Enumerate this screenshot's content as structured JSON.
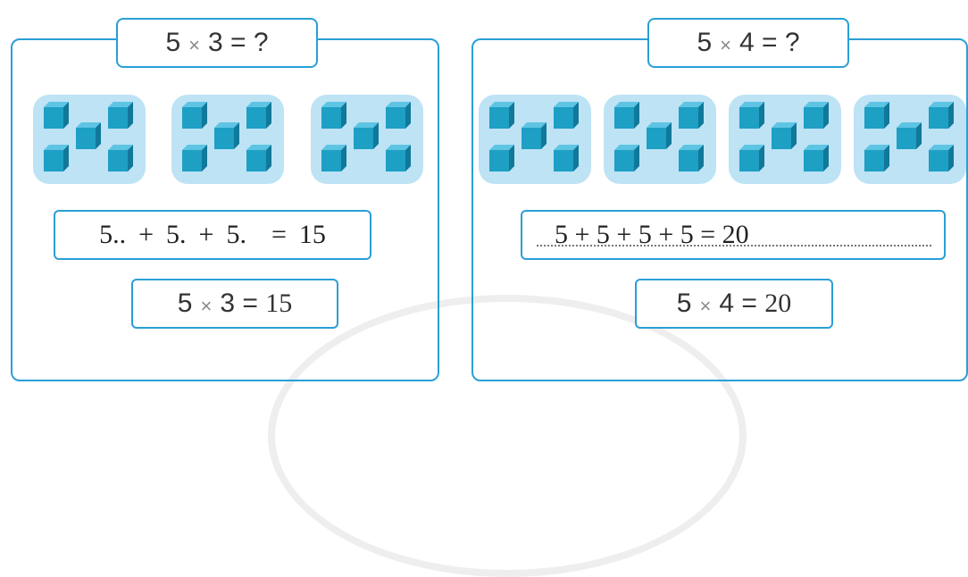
{
  "left_problem": {
    "title": "5 × 3 = ?",
    "title_parts": [
      "5",
      "×",
      "3 = ?"
    ],
    "groups": 3,
    "addition": "5.. + 5. + 5.  = 15",
    "addition_parts": [
      "5..",
      "+",
      "5.",
      "+",
      "5.",
      "=",
      "15"
    ],
    "multiplication_parts": [
      "5",
      "×",
      "3 =",
      "15"
    ]
  },
  "right_problem": {
    "title": "5 × 4 = ?",
    "title_parts": [
      "5",
      "×",
      "4 = ?"
    ],
    "groups": 4,
    "addition": "5 + 5 + 5 + 5 = 20",
    "multiplication_parts": [
      "5",
      "×",
      "4 =",
      "20"
    ]
  },
  "colors": {
    "border": "#2a9fd6",
    "group_background": "#bde3f5",
    "cube": "#1e9fc4"
  },
  "icon": "cube-icon"
}
